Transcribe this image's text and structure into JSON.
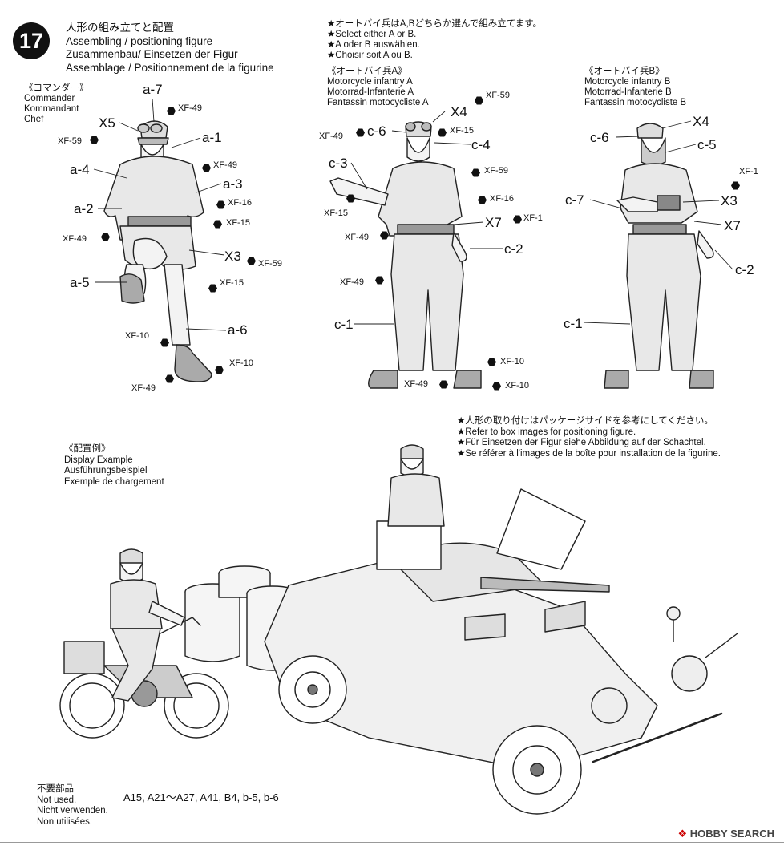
{
  "step": {
    "number": "17"
  },
  "header": {
    "jp": "人形の組み立てと配置",
    "en": "Assembling / positioning figure",
    "de": "Zusammenbau/ Einsetzen der Figur",
    "fr": "Assemblage / Positionnement de la figurine"
  },
  "choose_note": [
    "★オートバイ兵はA,Bどちらか選んで組み立てます。",
    "★Select either A or B.",
    "★A oder B auswählen.",
    "★Choisir soit A ou B."
  ],
  "commander": {
    "title": [
      "《コマンダー》",
      "Commander",
      "Kommandant",
      "Chef"
    ],
    "parts": [
      "a-7",
      "X5",
      "a-1",
      "a-4",
      "a-3",
      "a-2",
      "X3",
      "a-5",
      "a-6"
    ],
    "paints": [
      "XF-49",
      "XF-59",
      "XF-49",
      "XF-16",
      "XF-15",
      "XF-49",
      "XF-59",
      "XF-15",
      "XF-10",
      "XF-10",
      "XF-49"
    ]
  },
  "rider_a": {
    "title": [
      "《オートバイ兵A》",
      "Motorcycle infantry A",
      "Motorrad-Infanterie A",
      "Fantassin motocycliste A"
    ],
    "parts": [
      "X4",
      "c-6",
      "c-4",
      "c-3",
      "X7",
      "c-2",
      "c-1"
    ],
    "paints": [
      "XF-59",
      "XF-49",
      "XF-15",
      "XF-59",
      "XF-15",
      "XF-16",
      "XF-1",
      "XF-49",
      "XF-49",
      "XF-10",
      "XF-49",
      "XF-10"
    ]
  },
  "rider_b": {
    "title": [
      "《オートバイ兵B》",
      "Motorcycle infantry B",
      "Motorrad-Infanterie B",
      "Fantassin motocycliste B"
    ],
    "parts": [
      "c-6",
      "X4",
      "c-5",
      "X3",
      "c-7",
      "X7",
      "c-2",
      "c-1"
    ],
    "paints": [
      "XF-1"
    ]
  },
  "box_note": [
    "★人形の取り付けはパッケージサイドを参考にしてください。",
    "★Refer to box images for positioning figure.",
    "★Für Einsetzen der Figur siehe Abbildung auf der Schachtel.",
    "★Se référer à l'images de la boîte pour installation de la figurine."
  ],
  "display": {
    "title": [
      "《配置例》",
      "Display Example",
      "Ausführungsbeispiel",
      "Exemple de chargement"
    ]
  },
  "unused": {
    "labels": [
      "不要部品",
      "Not used.",
      "Nicht verwenden.",
      "Non utilisées."
    ],
    "parts": "A15, A21～A27, A41, B4, b-5, b-6"
  },
  "watermark": {
    "brand": "HOBBY",
    "word": "SEARCH",
    "symbol": "❖"
  }
}
